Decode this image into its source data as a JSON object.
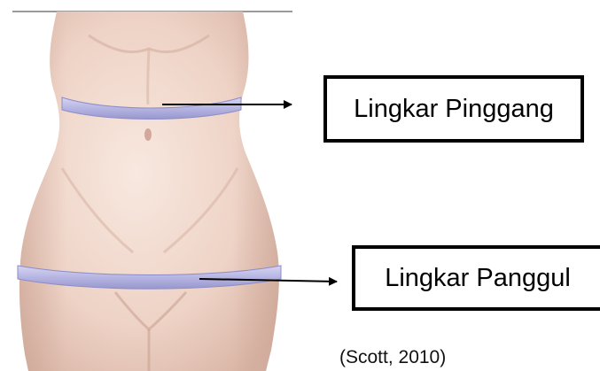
{
  "labels": {
    "waist": "Lingkar Pinggang",
    "hip": "Lingkar Panggul"
  },
  "source": "(Scott, 2010)",
  "colors": {
    "skin_light": "#f5e2d8",
    "skin_mid": "#e7c6b7",
    "skin_shadow": "#c9a293",
    "tape": "#b9b8e4",
    "tape_edge": "#8d8cc7",
    "arrow": "#000000"
  }
}
